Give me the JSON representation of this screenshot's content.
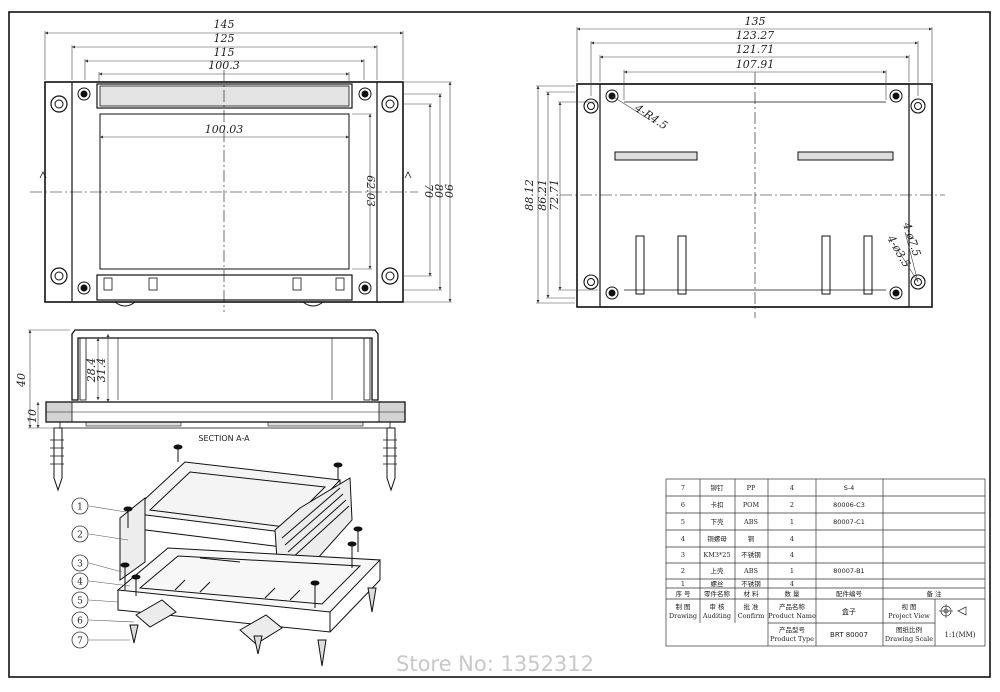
{
  "top_view": {
    "widths": [
      "145",
      "125",
      "115",
      "100.3"
    ],
    "inner_width": "100.03",
    "heights": [
      "62.03",
      "70",
      "80",
      "90"
    ]
  },
  "bottom_view": {
    "widths": [
      "135",
      "123.27",
      "121.71",
      "107.91"
    ],
    "heights": [
      "88.12",
      "86.21",
      "72.71"
    ],
    "corner_radius": "4-R4.5",
    "hole_a": "4-ø7.5",
    "hole_b": "4-ø3.5"
  },
  "section": {
    "label": "SECTION A-A",
    "total_height": "40",
    "base_height": "10",
    "inner_h1": "28.4",
    "inner_h2": "31.4"
  },
  "balloons": [
    "1",
    "2",
    "3",
    "4",
    "5",
    "6",
    "7"
  ],
  "parts_table": {
    "rows": [
      {
        "no": "7",
        "name": "铆钉",
        "material": "PP",
        "qty": "4",
        "code": "S-4",
        "note": ""
      },
      {
        "no": "6",
        "name": "卡扣",
        "material": "POM",
        "qty": "2",
        "code": "80006-C3",
        "note": ""
      },
      {
        "no": "5",
        "name": "下壳",
        "material": "ABS",
        "qty": "1",
        "code": "80007-C1",
        "note": ""
      },
      {
        "no": "4",
        "name": "铜螺母",
        "material": "铜",
        "qty": "4",
        "code": "",
        "note": ""
      },
      {
        "no": "3",
        "name": "KM3*25",
        "material": "不锈钢",
        "qty": "4",
        "code": "",
        "note": ""
      },
      {
        "no": "2",
        "name": "上壳",
        "material": "ABS",
        "qty": "1",
        "code": "80007-B1",
        "note": ""
      },
      {
        "no": "1",
        "name": "螺丝",
        "material": "不锈钢",
        "qty": "4",
        "code": "",
        "note": ""
      }
    ],
    "header": {
      "no": "序 号",
      "name": "零件名称",
      "material": "材 料",
      "qty": "数 量",
      "code": "配件编号",
      "note": "备 注"
    },
    "title_block": {
      "drawing_cn": "制 图",
      "drawing_en": "Drawing",
      "auditing_cn": "审 核",
      "auditing_en": "Auditing",
      "confirm_cn": "批 准",
      "confirm_en": "Confirm",
      "product_name_cn": "产品名称",
      "product_name_en": "Product Name",
      "product_name_value": "盒子",
      "project_view_cn": "视 图",
      "project_view_en": "Project View",
      "product_type_cn": "产品型号",
      "product_type_en": "Product Type",
      "product_type_value": "BRT 80007",
      "scale_cn": "图纸比例",
      "scale_en": "Drawing Scale",
      "scale_value": "1:1(MM)"
    }
  },
  "watermark": "Store No: 1352312"
}
